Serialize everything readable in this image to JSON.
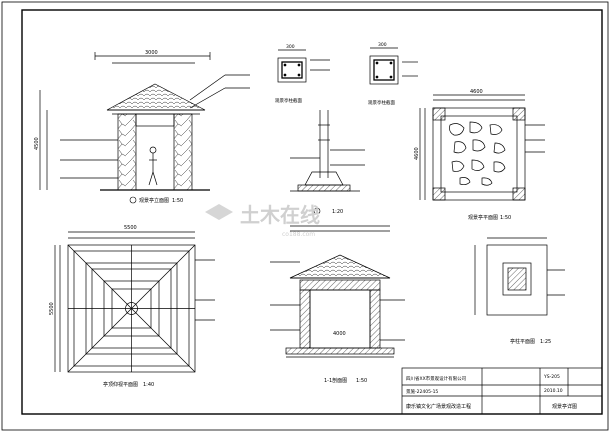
{
  "drawing": {
    "label_elevation": "观景亭立面图",
    "scale_elevation": "1:50",
    "label_column_a": "观景亭柱截面",
    "label_column_b": "观景亭柱截面",
    "label_plan": "观景亭平面图",
    "scale_plan": "1:50",
    "label_roof": "亭顶仰视平面图",
    "scale_roof": "1:40",
    "label_footing": "1",
    "scale_footing": "1:20",
    "label_section": "1-1剖面图",
    "scale_section": "1:50",
    "label_detail": "亭柱平面图",
    "scale_detail": "1:25",
    "watermark": "土木在线",
    "watermark_url": "co188.com"
  },
  "dims": {
    "elev_top": "3000",
    "elev_height": "4500",
    "plan_top": "4600",
    "plan_side": "4600",
    "roof_top": "5500",
    "roof_side": "5500",
    "section_width": "4000",
    "col_a": "300",
    "col_b": "300"
  },
  "title_block": {
    "company": "四川省XX市景观设计有限公司",
    "project": "康乐镇文化广场景观改造工程",
    "drawing_name": "观景亭详图",
    "drawing_no": "景施-22405-15",
    "date": "2010.10",
    "sheet": "YS-205"
  },
  "colors": {
    "line": "#000000",
    "watermark": "#c8c8c8"
  }
}
